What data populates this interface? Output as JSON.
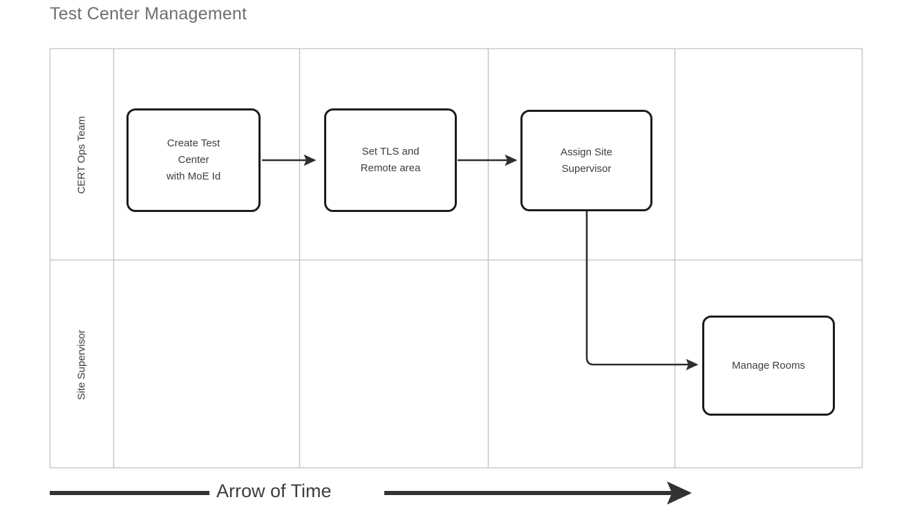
{
  "page": {
    "title": "Test Center Management"
  },
  "diagram": {
    "type": "swimlane-flowchart",
    "lanes": [
      {
        "id": "cert-ops-team",
        "label": "CERT Ops Team"
      },
      {
        "id": "site-supervisor",
        "label": "Site Supervisor"
      }
    ],
    "columns": 4,
    "nodes": [
      {
        "id": "create-test-center",
        "label": "Create Test\nCenter\nwith MoE Id",
        "lane": "cert-ops-team",
        "column": 1
      },
      {
        "id": "set-tls-remote-area",
        "label": "Set TLS and\nRemote area",
        "lane": "cert-ops-team",
        "column": 2
      },
      {
        "id": "assign-site-supervisor",
        "label": "Assign Site\nSupervisor",
        "lane": "cert-ops-team",
        "column": 3
      },
      {
        "id": "manage-rooms",
        "label": "Manage Rooms",
        "lane": "site-supervisor",
        "column": 4
      }
    ],
    "connectors": [
      {
        "from": "create-test-center",
        "to": "set-tls-remote-area",
        "style": "straight"
      },
      {
        "from": "set-tls-remote-area",
        "to": "assign-site-supervisor",
        "style": "straight"
      },
      {
        "from": "assign-site-supervisor",
        "to": "manage-rooms",
        "style": "elbow"
      }
    ],
    "time_axis": {
      "label": "Arrow of Time",
      "direction": "left-to-right"
    },
    "colors": {
      "title": "#6e6e6e",
      "grid_line": "#c9c9c9",
      "node_border": "#1b1b1b",
      "node_fill": "#ffffff",
      "text": "#3d3d3d",
      "connector": "#2e2e2e"
    }
  }
}
